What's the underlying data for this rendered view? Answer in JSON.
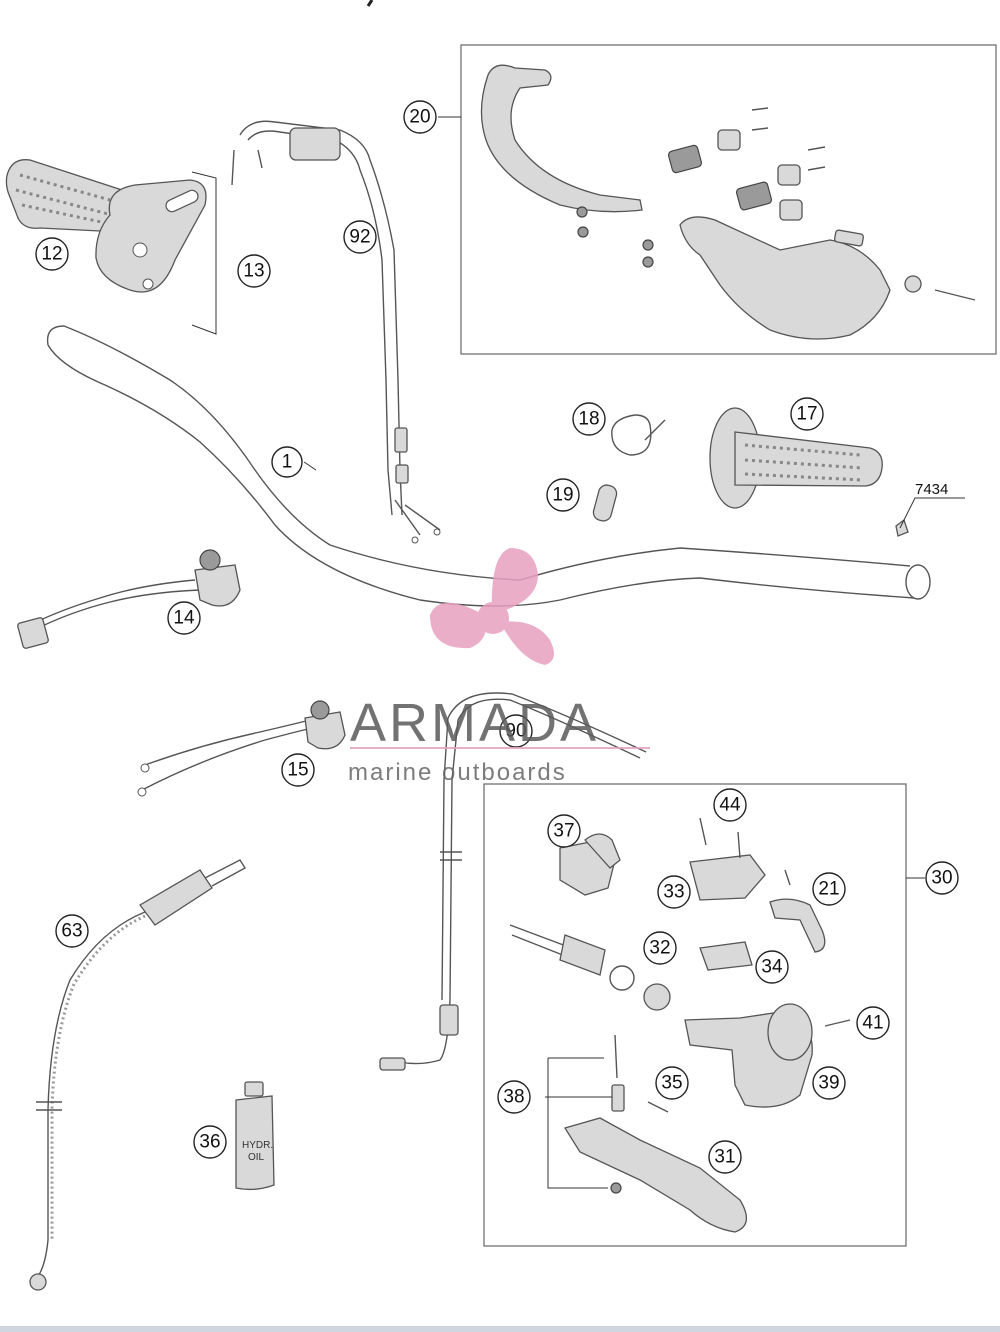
{
  "callouts": [
    {
      "id": "c1",
      "label": "1"
    },
    {
      "id": "c12",
      "label": "12"
    },
    {
      "id": "c13",
      "label": "13"
    },
    {
      "id": "c14",
      "label": "14"
    },
    {
      "id": "c15",
      "label": "15"
    },
    {
      "id": "c17",
      "label": "17"
    },
    {
      "id": "c18",
      "label": "18"
    },
    {
      "id": "c19",
      "label": "19"
    },
    {
      "id": "c20",
      "label": "20"
    },
    {
      "id": "c21",
      "label": "21"
    },
    {
      "id": "c30",
      "label": "30"
    },
    {
      "id": "c31",
      "label": "31"
    },
    {
      "id": "c32",
      "label": "32"
    },
    {
      "id": "c33",
      "label": "33"
    },
    {
      "id": "c34",
      "label": "34"
    },
    {
      "id": "c35",
      "label": "35"
    },
    {
      "id": "c36",
      "label": "36"
    },
    {
      "id": "c37",
      "label": "37"
    },
    {
      "id": "c38",
      "label": "38"
    },
    {
      "id": "c39",
      "label": "39"
    },
    {
      "id": "c41",
      "label": "41"
    },
    {
      "id": "c44",
      "label": "44"
    },
    {
      "id": "c63",
      "label": "63"
    },
    {
      "id": "c90",
      "label": "90"
    },
    {
      "id": "c92",
      "label": "92"
    }
  ],
  "part_label_7434": "7434",
  "bottle": {
    "line1": "HYDR.",
    "line2": "OIL"
  },
  "watermark": {
    "brand": "ARMADA",
    "tagline": "marine outboards",
    "accent_color": "#e8a0c0",
    "text_color": "#5a5a5a"
  }
}
